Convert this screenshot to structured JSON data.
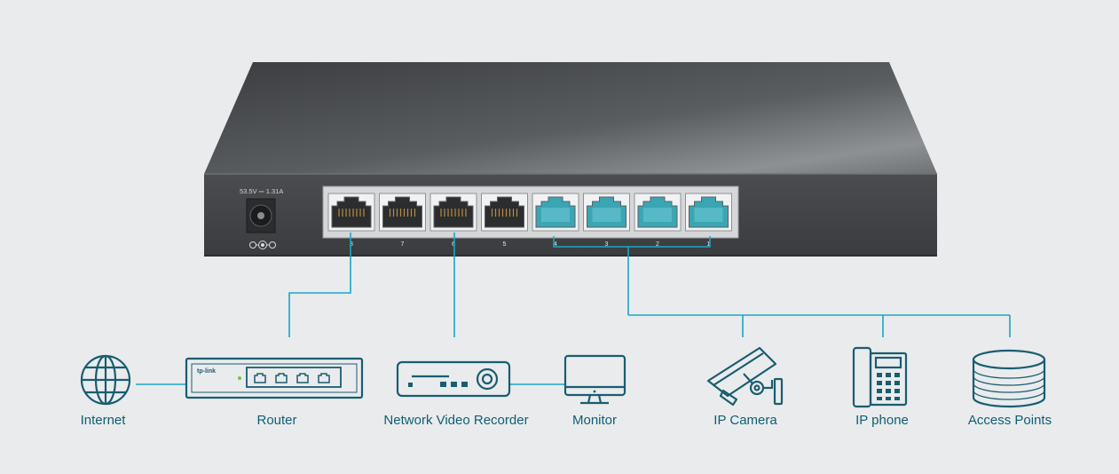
{
  "switch": {
    "power_rating": "53.5V ⎓ 1.31A",
    "router_brand": "tp-link",
    "ports": [
      {
        "number": "8",
        "poe": false
      },
      {
        "number": "7",
        "poe": false
      },
      {
        "number": "6",
        "poe": false
      },
      {
        "number": "5",
        "poe": false
      },
      {
        "number": "4",
        "poe": true
      },
      {
        "number": "3",
        "poe": true
      },
      {
        "number": "2",
        "poe": true
      },
      {
        "number": "1",
        "poe": true
      }
    ]
  },
  "devices": {
    "internet": "Internet",
    "router": "Router",
    "nvr": "Network Video Recorder",
    "monitor": "Monitor",
    "ip_camera": "IP Camera",
    "ip_phone": "IP phone",
    "access_points": "Access Points"
  },
  "colors": {
    "background": "#e9ebed",
    "accent": "#1aa7c6",
    "label": "#0e5f73",
    "icon": "#1a5d70",
    "poe_port": "#3aa6b4"
  }
}
